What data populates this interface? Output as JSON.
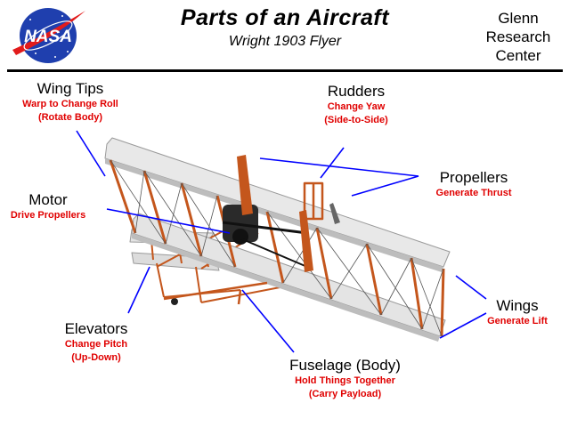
{
  "header": {
    "logo_text": "NASA",
    "title": "Parts of an Aircraft",
    "subtitle": "Wright 1903 Flyer",
    "center_lines": [
      "Glenn",
      "Research",
      "Center"
    ]
  },
  "colors": {
    "label_text": "#000000",
    "description_text": "#e00000",
    "leader_lines": "#0000ff",
    "frame": "#c4561c",
    "fabric": "#e4e4e4"
  },
  "parts": [
    {
      "id": "wing-tips",
      "name": "Wing Tips",
      "lines": [
        "Warp to Change Roll",
        "(Rotate Body)"
      ]
    },
    {
      "id": "rudders",
      "name": "Rudders",
      "lines": [
        "Change Yaw",
        "(Side-to-Side)"
      ]
    },
    {
      "id": "propellers",
      "name": "Propellers",
      "lines": [
        "Generate Thrust"
      ]
    },
    {
      "id": "motor",
      "name": "Motor",
      "lines": [
        "Drive Propellers"
      ]
    },
    {
      "id": "wings",
      "name": "Wings",
      "lines": [
        "Generate Lift"
      ]
    },
    {
      "id": "elevators",
      "name": "Elevators",
      "lines": [
        "Change Pitch",
        "(Up-Down)"
      ]
    },
    {
      "id": "fuselage",
      "name": "Fuselage (Body)",
      "lines": [
        "Hold Things Together",
        "(Carry Payload)"
      ]
    }
  ]
}
